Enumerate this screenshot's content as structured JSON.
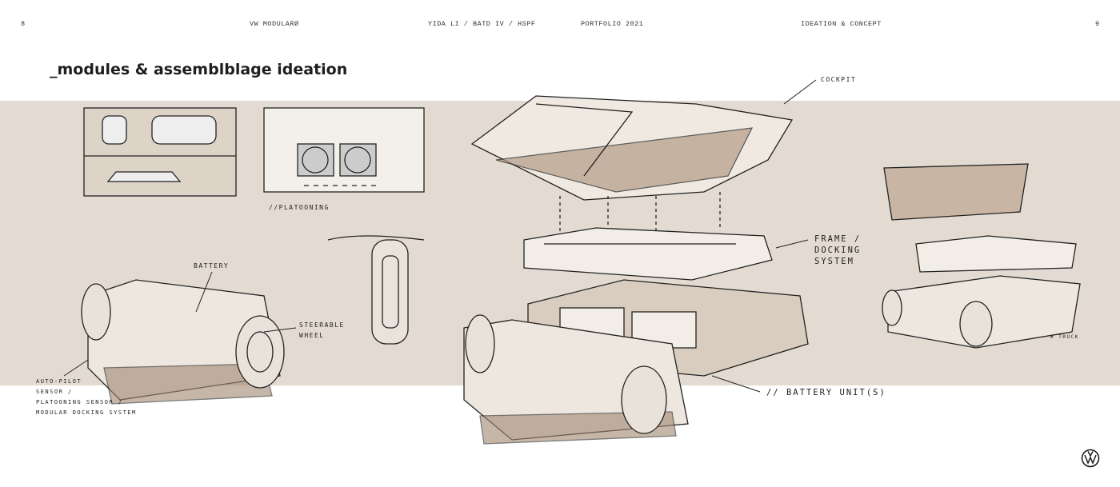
{
  "header": {
    "page_left": "8",
    "project": "VW MODULARØ",
    "author": "YIDA LI / BATD IV / HSPF",
    "portfolio": "PORTFOLIO 2021",
    "section": "IDEATION & CONCEPT",
    "page_right": "9"
  },
  "title": "_modules & assemblblage ideation",
  "annotations": {
    "platooning": "//PLATOONING",
    "battery": "BATTERY",
    "steerable_wheel": [
      "STEERABLE",
      "WHEEL"
    ],
    "autopilot": [
      "AUTO-PILOT",
      "SENSOR /",
      "PLATOONING SENSOR /",
      "MODULAR DOCKING SYSTEM"
    ],
    "cockpit": "COCKPIT",
    "frame": [
      "FRAME /",
      "DOCKING",
      "SYSTEM"
    ],
    "battery_units": "// BATTERY UNIT(S)",
    "truck": "# TRUCK"
  },
  "colors": {
    "band": "#e3dbd1",
    "ink": "#222222",
    "shade": "#a08670"
  },
  "logo": "VW"
}
